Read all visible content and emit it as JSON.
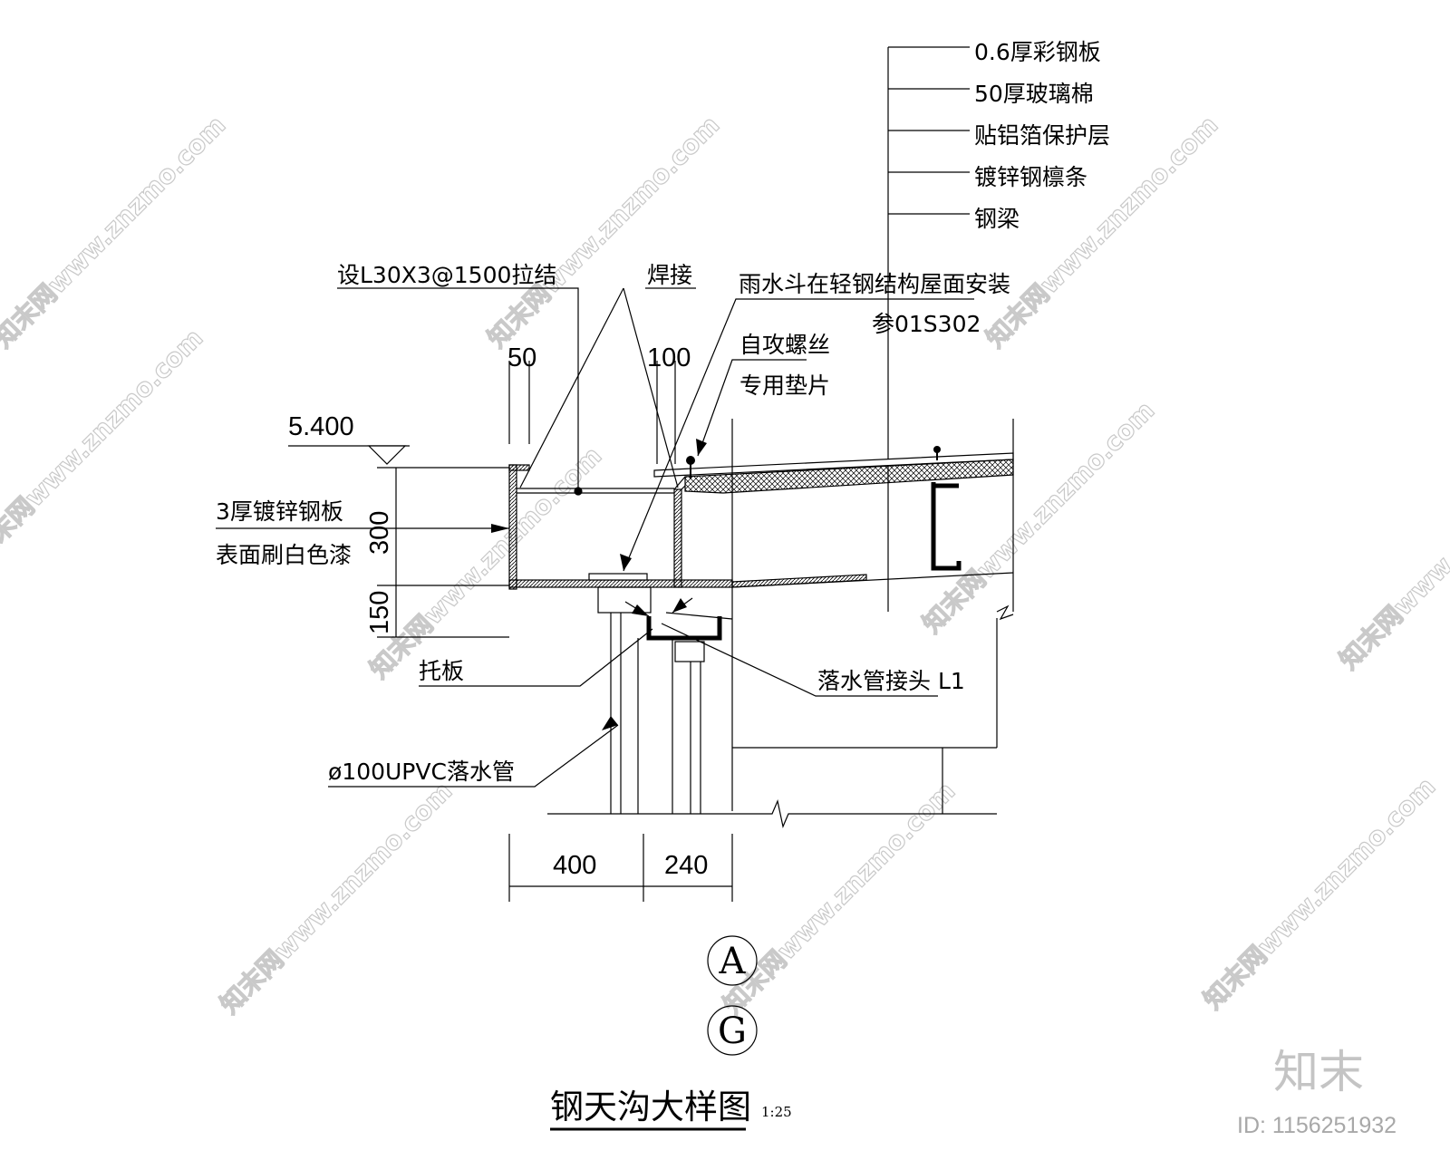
{
  "drawing": {
    "title": "钢天沟大样图",
    "scale": "1:25",
    "axis_a": "A",
    "axis_g": "G"
  },
  "roof_layers": [
    "0.6厚彩钢板",
    "50厚玻璃棉",
    "贴铝箔保护层",
    "镀锌钢檩条",
    "钢梁"
  ],
  "callouts": {
    "tie": "设L30X3@1500拉结",
    "weld": "焊接",
    "rain_hopper": "雨水斗在轻钢结构屋面安装",
    "rain_hopper_ref": "参01S302",
    "screw": "自攻螺丝",
    "washer": "专用垫片",
    "plate_1": "3厚镀锌钢板",
    "plate_2": "表面刷白色漆",
    "support": "托板",
    "pipe_joint": "落水管接头  L1",
    "downpipe": "ø100UPVC落水管"
  },
  "dimensions": {
    "elevation": "5.400",
    "d50": "50",
    "d100": "100",
    "d300": "300",
    "d150": "150",
    "d400": "400",
    "d240": "240"
  },
  "watermark": {
    "text": "知末网www.znzmo.com",
    "logo": "知末",
    "id": "ID: 1156251932"
  }
}
